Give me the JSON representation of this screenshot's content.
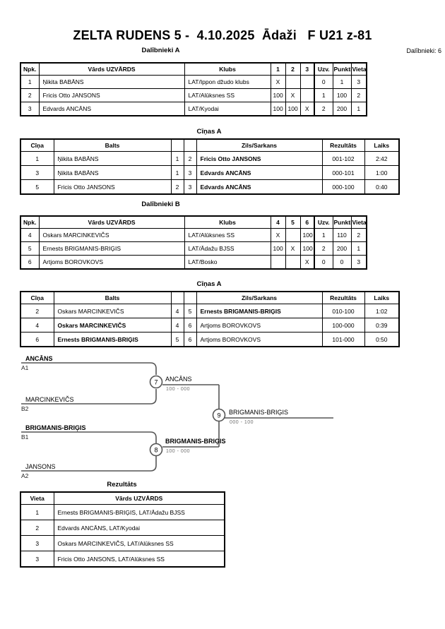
{
  "page": {
    "title": "ZELTA RUDENS 5 -  4.10.2025  Ādaži   F U21 z-81",
    "participants_note": "Dalībnieki: 6"
  },
  "tables": {
    "dalibnieki_a": {
      "title": "Dalībnieki A",
      "headers": {
        "npk": "Npk.",
        "name": "Vārds UZVĀRDS",
        "club": "Klubs",
        "c1": "1",
        "c2": "2",
        "c3": "3",
        "uzv": "Uzv.",
        "punkti": "Punkti",
        "vieta": "Vieta"
      },
      "rows": [
        {
          "npk": "1",
          "name": "Ņikita BABĀNS",
          "club": "LAT/Ippon džudo klubs",
          "c1": "X",
          "c2": "",
          "c3": "",
          "uzv": "0",
          "punkti": "1",
          "vieta": "3"
        },
        {
          "npk": "2",
          "name": "Fricis Otto JANSONS",
          "club": "LAT/Alūksnes SS",
          "c1": "100",
          "c2": "X",
          "c3": "",
          "uzv": "1",
          "punkti": "100",
          "vieta": "2"
        },
        {
          "npk": "3",
          "name": "Edvards ANCĀNS",
          "club": "LAT/Kyodai",
          "c1": "100",
          "c2": "100",
          "c3": "X",
          "uzv": "2",
          "punkti": "200",
          "vieta": "1"
        }
      ]
    },
    "cinas_a": {
      "title": "Cīņas A",
      "headers": {
        "cina": "Cīņa",
        "balts": "Balts",
        "zils": "Zils/Sarkans",
        "rezultats": "Rezultāts",
        "laiks": "Laiks"
      },
      "rows": [
        {
          "cina": "1",
          "balts": "Ņikita BABĀNS",
          "balts_bold": false,
          "bn": "1",
          "zn": "2",
          "zils": "Fricis Otto JANSONS",
          "zils_bold": true,
          "rezultats": "001-102",
          "laiks": "2:42"
        },
        {
          "cina": "3",
          "balts": "Ņikita BABĀNS",
          "balts_bold": false,
          "bn": "1",
          "zn": "3",
          "zils": "Edvards ANCĀNS",
          "zils_bold": true,
          "rezultats": "000-101",
          "laiks": "1:00"
        },
        {
          "cina": "5",
          "balts": "Fricis Otto JANSONS",
          "balts_bold": false,
          "bn": "2",
          "zn": "3",
          "zils": "Edvards ANCĀNS",
          "zils_bold": true,
          "rezultats": "000-100",
          "laiks": "0:40"
        }
      ]
    },
    "dalibnieki_b": {
      "title": "Dalībnieki B",
      "headers": {
        "npk": "Npk.",
        "name": "Vārds UZVĀRDS",
        "club": "Klubs",
        "c1": "4",
        "c2": "5",
        "c3": "6",
        "uzv": "Uzv.",
        "punkti": "Punkti",
        "vieta": "Vieta"
      },
      "rows": [
        {
          "npk": "4",
          "name": "Oskars MARCINKEVIČS",
          "club": "LAT/Alūksnes SS",
          "c1": "X",
          "c2": "",
          "c3": "100",
          "uzv": "1",
          "punkti": "110",
          "vieta": "2"
        },
        {
          "npk": "5",
          "name": "Ernests BRIGMANIS-BRIĢIS",
          "club": "LAT/Ādažu BJSS",
          "c1": "100",
          "c2": "X",
          "c3": "100",
          "uzv": "2",
          "punkti": "200",
          "vieta": "1"
        },
        {
          "npk": "6",
          "name": "Artjoms BOROVKOVS",
          "club": "LAT/Bosko",
          "c1": "",
          "c2": "",
          "c3": "X",
          "uzv": "0",
          "punkti": "0",
          "vieta": "3"
        }
      ]
    },
    "cinas_b": {
      "title": "Cīņas A",
      "headers": {
        "cina": "Cīņa",
        "balts": "Balts",
        "zils": "Zils/Sarkans",
        "rezultats": "Rezultāts",
        "laiks": "Laiks"
      },
      "rows": [
        {
          "cina": "2",
          "balts": "Oskars MARCINKEVIČS",
          "balts_bold": false,
          "bn": "4",
          "zn": "5",
          "zils": "Ernests BRIGMANIS-BRIĢIS",
          "zils_bold": true,
          "rezultats": "010-100",
          "laiks": "1:02"
        },
        {
          "cina": "4",
          "balts": "Oskars MARCINKEVIČS",
          "balts_bold": true,
          "bn": "4",
          "zn": "6",
          "zils": "Artjoms BOROVKOVS",
          "zils_bold": false,
          "rezultats": "100-000",
          "laiks": "0:39"
        },
        {
          "cina": "6",
          "balts": "Ernests BRIGMANIS-BRIĢIS",
          "balts_bold": true,
          "bn": "5",
          "zn": "6",
          "zils": "Artjoms BOROVKOVS",
          "zils_bold": false,
          "rezultats": "101-000",
          "laiks": "0:50"
        }
      ]
    },
    "rezultats": {
      "title": "Rezultāts",
      "headers": {
        "vieta": "Vieta",
        "name": "Vārds UZVĀRDS"
      },
      "rows": [
        {
          "vieta": "1",
          "name": "Ernests BRIGMANIS-BRIĢIS, LAT/Ādažu BJSS"
        },
        {
          "vieta": "2",
          "name": "Edvards ANCĀNS, LAT/Kyodai"
        },
        {
          "vieta": "3",
          "name": "Oskars MARCINKEVIČS, LAT/Alūksnes SS"
        },
        {
          "vieta": "3",
          "name": "Fricis Otto JANSONS, LAT/Alūksnes SS"
        }
      ]
    }
  },
  "bracket": {
    "slots": [
      {
        "name": "ANCĀNS",
        "seed": "A1",
        "bold": true
      },
      {
        "name": "MARCINKEVIČS",
        "seed": "B2",
        "bold": false
      },
      {
        "name": "BRIGMANIS-BRIĢIS",
        "seed": "B1",
        "bold": true
      },
      {
        "name": "JANSONS",
        "seed": "A2",
        "bold": false
      }
    ],
    "matches": [
      {
        "no": "7",
        "winner": "ANCĀNS",
        "score": "100 - 000",
        "bold": false
      },
      {
        "no": "8",
        "winner": "BRIGMANIS-BRIĢIS",
        "score": "100 - 000",
        "bold": true
      },
      {
        "no": "9",
        "winner": "BRIGMANIS-BRIĢIS",
        "score": "000 - 100",
        "bold": false
      }
    ]
  }
}
